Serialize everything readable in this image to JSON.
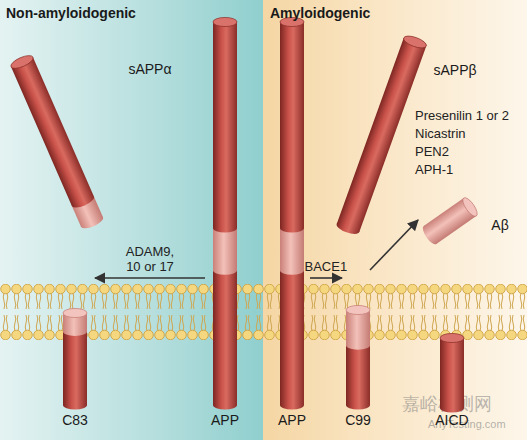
{
  "diagram": {
    "nodes": [
      {
        "text": [
          "Non-amyloidogenic"
        ]
      },
      {
        "text": [
          "sAPPα"
        ],
        "in": 0
      },
      {
        "text": [
          "APP"
        ],
        "in": 0
      },
      {
        "text": [
          "C83"
        ],
        "in": 0
      },
      {
        "text": [
          "Amyloidogenic"
        ]
      },
      {
        "text": [
          "APP"
        ],
        "in": 4
      },
      {
        "text": [
          "sAPPβ"
        ],
        "in": 4
      },
      {
        "text": [
          "C99"
        ],
        "in": 4
      },
      {
        "text": [
          "Aβ"
        ],
        "in": 4
      },
      {
        "text": [
          "AICD"
        ],
        "in": 4
      }
    ],
    "edges": [
      {
        "from": 2,
        "to": 3,
        "arrow": "to",
        "label": "ADAM9, 10 or 17"
      },
      {
        "from": 5,
        "to": 7,
        "arrow": "to",
        "label": "BACE1"
      },
      {
        "from": 7,
        "to": 8,
        "arrow": "to"
      }
    ],
    "labels": [
      "Presenilin 1 or 2",
      "Nicastrin",
      "PEN2",
      "APH-1",
      "嘉峪检测网",
      "AnyTesting.com"
    ]
  }
}
